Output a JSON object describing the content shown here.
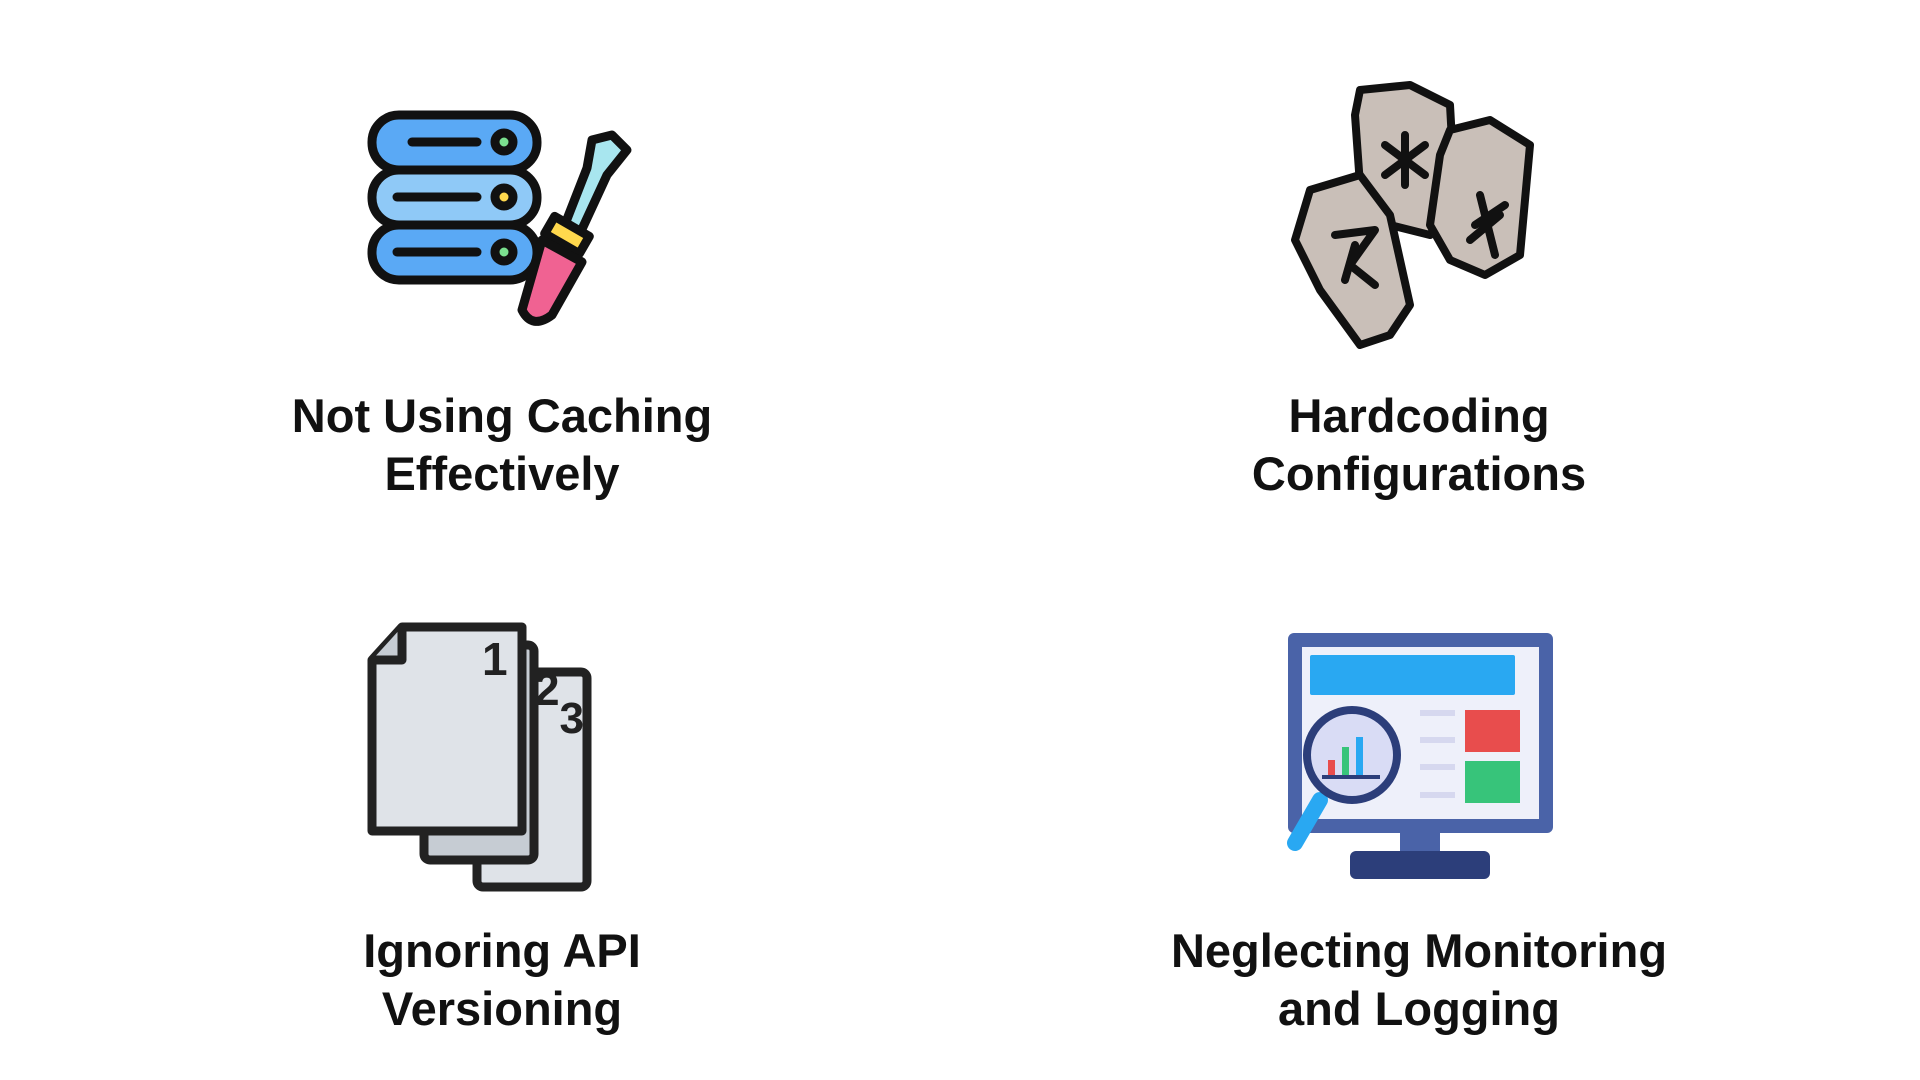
{
  "items": [
    {
      "icon": "server-screwdriver-icon",
      "line1": "Not Using Caching",
      "line2": "Effectively"
    },
    {
      "icon": "rune-stones-icon",
      "line1": "Hardcoding",
      "line2": "Configurations"
    },
    {
      "icon": "numbered-documents-icon",
      "line1": "Ignoring API",
      "line2": "Versioning"
    },
    {
      "icon": "monitor-analytics-icon",
      "line1": "Neglecting Monitoring",
      "line2": "and Logging"
    }
  ],
  "colors": {
    "text": "#111111",
    "server": "#5aa9f5",
    "screwdriver_handle": "#f06292",
    "stone": "#c9bfb8",
    "document": "#dfe3e8",
    "monitor_frame": "#4a63a8",
    "monitor_bar": "#29a8f2"
  }
}
